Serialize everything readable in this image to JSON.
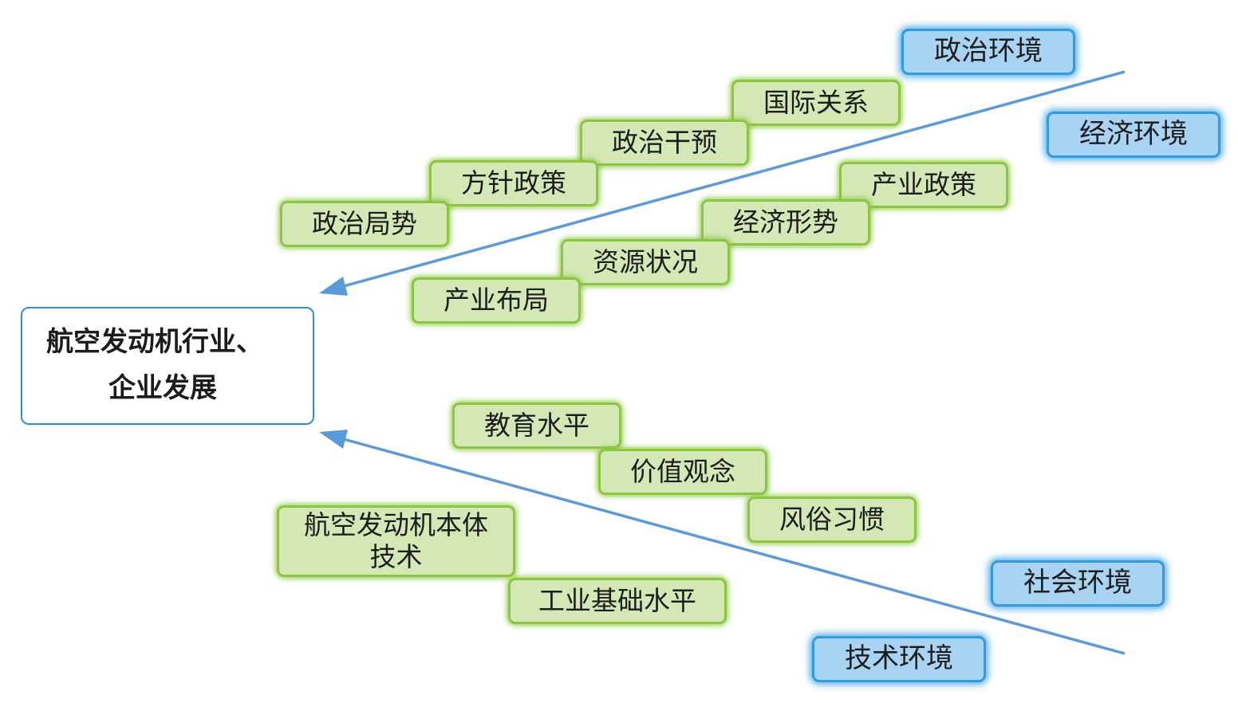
{
  "main": {
    "line1": "航空发动机行业、",
    "line2": "企业发展"
  },
  "categories": {
    "political": "政治环境",
    "economic": "经济环境",
    "social": "社会环境",
    "technology": "技术环境"
  },
  "political_factors": [
    "国际关系",
    "政治干预",
    "方针政策",
    "政治局势"
  ],
  "economic_factors": [
    "产业政策",
    "经济形势",
    "资源状况",
    "产业布局"
  ],
  "social_factors": [
    "教育水平",
    "价值观念",
    "风俗习惯"
  ],
  "technology_factors": {
    "engine_tech_line1": "航空发动机本体",
    "engine_tech_line2": "技术",
    "industrial_base": "工业基础水平"
  },
  "colors": {
    "factor_fill": "#d4e8b6",
    "factor_border": "#8cc63f",
    "category_fill": "#a9d3f2",
    "category_border": "#2f9be0",
    "arrow": "#5b9bd5",
    "main_border": "#2f8fd8"
  }
}
